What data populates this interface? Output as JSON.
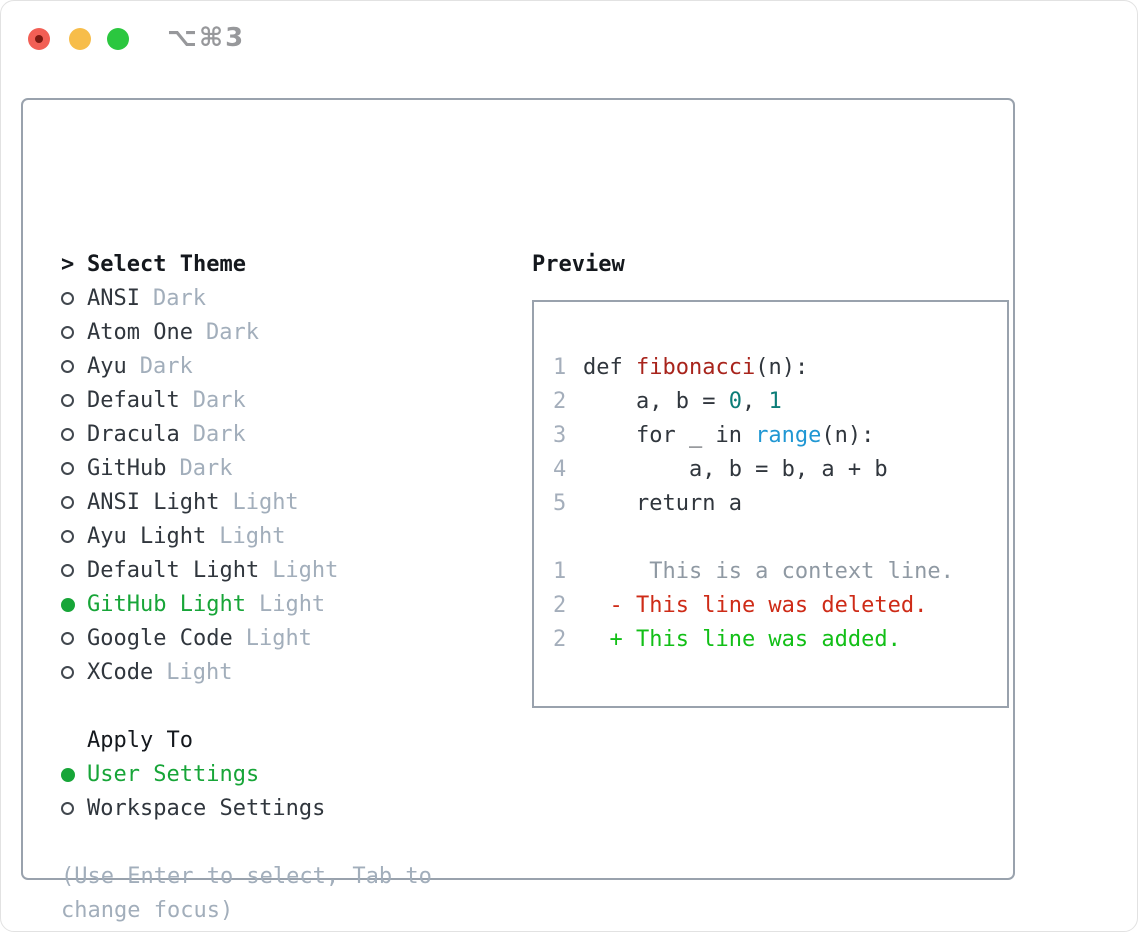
{
  "window": {
    "title_shortcut": "⌥⌘3",
    "traffic_lights": [
      {
        "name": "close-button",
        "color": "#f25f55",
        "has_dot": true
      },
      {
        "name": "minimize-button",
        "color": "#f7bd4a",
        "has_dot": false
      },
      {
        "name": "zoom-button",
        "color": "#2bc73f",
        "has_dot": false
      }
    ]
  },
  "theme_picker": {
    "prompt_icon": ">",
    "title": "Select Theme",
    "radio_selected_icon": "●",
    "radio_unselected_icon": "○",
    "themes": [
      {
        "name": "ANSI",
        "variant": "Dark",
        "selected": false
      },
      {
        "name": "Atom One",
        "variant": "Dark",
        "selected": false
      },
      {
        "name": "Ayu",
        "variant": "Dark",
        "selected": false
      },
      {
        "name": "Default",
        "variant": "Dark",
        "selected": false
      },
      {
        "name": "Dracula",
        "variant": "Dark",
        "selected": false
      },
      {
        "name": "GitHub",
        "variant": "Dark",
        "selected": false
      },
      {
        "name": "ANSI Light",
        "variant": "Light",
        "selected": false
      },
      {
        "name": "Ayu Light",
        "variant": "Light",
        "selected": false
      },
      {
        "name": "Default Light",
        "variant": "Light",
        "selected": false
      },
      {
        "name": "GitHub Light",
        "variant": "Light",
        "selected": true
      },
      {
        "name": "Google Code",
        "variant": "Light",
        "selected": false
      },
      {
        "name": "XCode",
        "variant": "Light",
        "selected": false
      }
    ],
    "apply_to": {
      "title": "Apply To",
      "options": [
        {
          "name": "User Settings",
          "selected": true
        },
        {
          "name": "Workspace Settings",
          "selected": false
        }
      ]
    },
    "hint": "(Use Enter to select, Tab to\nchange focus)"
  },
  "preview": {
    "title": "Preview",
    "lines": [
      {
        "num": "1",
        "segments": [
          {
            "text": "def ",
            "color": "fg"
          },
          {
            "text": "fibonacci",
            "color": "func"
          },
          {
            "text": "(n):",
            "color": "fg"
          }
        ]
      },
      {
        "num": "2",
        "segments": [
          {
            "text": "    a, b = ",
            "color": "fg"
          },
          {
            "text": "0",
            "color": "num"
          },
          {
            "text": ", ",
            "color": "fg"
          },
          {
            "text": "1",
            "color": "num"
          }
        ]
      },
      {
        "num": "3",
        "segments": [
          {
            "text": "    for _ in ",
            "color": "fg"
          },
          {
            "text": "range",
            "color": "builtin"
          },
          {
            "text": "(n):",
            "color": "fg"
          }
        ]
      },
      {
        "num": "4",
        "segments": [
          {
            "text": "        a, b = b, a + b",
            "color": "fg"
          }
        ]
      },
      {
        "num": "5",
        "segments": [
          {
            "text": "    return a",
            "color": "fg"
          }
        ]
      },
      {
        "num": "",
        "segments": []
      },
      {
        "num": "1",
        "segments": [
          {
            "text": "     This is a context line.",
            "color": "ctx"
          }
        ]
      },
      {
        "num": "2",
        "segments": [
          {
            "text": "  - This line was deleted.",
            "color": "del"
          }
        ]
      },
      {
        "num": "2",
        "segments": [
          {
            "text": "  + This line was added.",
            "color": "add"
          }
        ]
      }
    ]
  },
  "colors": {
    "text": "#30363d",
    "heading": "#14181d",
    "muted": "#a2aebb",
    "line_number": "#a4aebb",
    "panel_border": "#99a2ad",
    "selected_green": "#17a538",
    "syntax_function_red": "#a8241c",
    "syntax_number_teal": "#0c7d78",
    "syntax_builtin_blue": "#2097d3",
    "diff_context_gray": "#8f99a3",
    "diff_deleted_red": "#ce2b17",
    "diff_added_green": "#12bf17"
  }
}
